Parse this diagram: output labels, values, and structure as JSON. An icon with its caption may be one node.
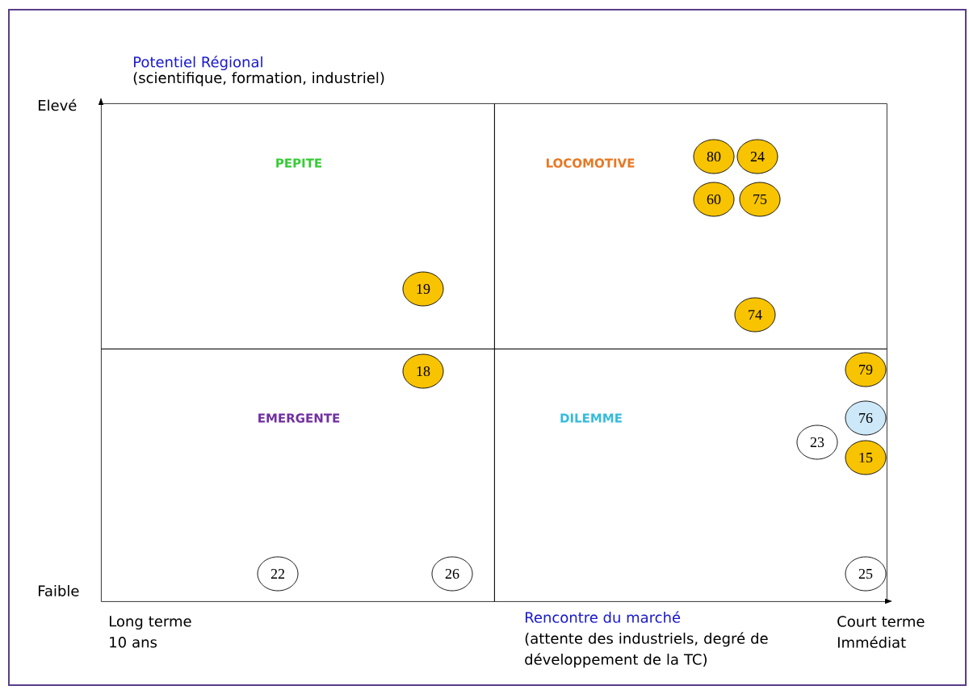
{
  "diagram": {
    "nodes": [
      {
        "text": [
          "PEPITE"
        ]
      },
      {
        "text": [
          "LOCOMOTIVE"
        ]
      },
      {
        "text": [
          "EMERGENTE"
        ]
      },
      {
        "text": [
          "DILEMME"
        ]
      },
      {
        "text": [
          "19"
        ],
        "in": 0
      },
      {
        "text": [
          "80"
        ],
        "in": 1
      },
      {
        "text": [
          "24"
        ],
        "in": 1
      },
      {
        "text": [
          "60"
        ],
        "in": 1
      },
      {
        "text": [
          "75"
        ],
        "in": 1
      },
      {
        "text": [
          "74"
        ],
        "in": 1
      },
      {
        "text": [
          "18"
        ],
        "in": 2
      },
      {
        "text": [
          "22"
        ],
        "in": 2
      },
      {
        "text": [
          "26"
        ],
        "in": 2
      },
      {
        "text": [
          "79"
        ],
        "in": 3
      },
      {
        "text": [
          "76"
        ],
        "in": 3
      },
      {
        "text": [
          "23"
        ],
        "in": 3
      },
      {
        "text": [
          "15"
        ],
        "in": 3
      },
      {
        "text": [
          "25"
        ],
        "in": 3
      }
    ],
    "labels": [
      "Potentiel Régional",
      "(scientifique, formation, industriel)",
      "Elevé",
      "Faible",
      "Long terme 10 ans",
      "Rencontre du marché",
      "(attente des industriels, degré de développement de la TC)",
      "Court terme Immédiat"
    ]
  }
}
